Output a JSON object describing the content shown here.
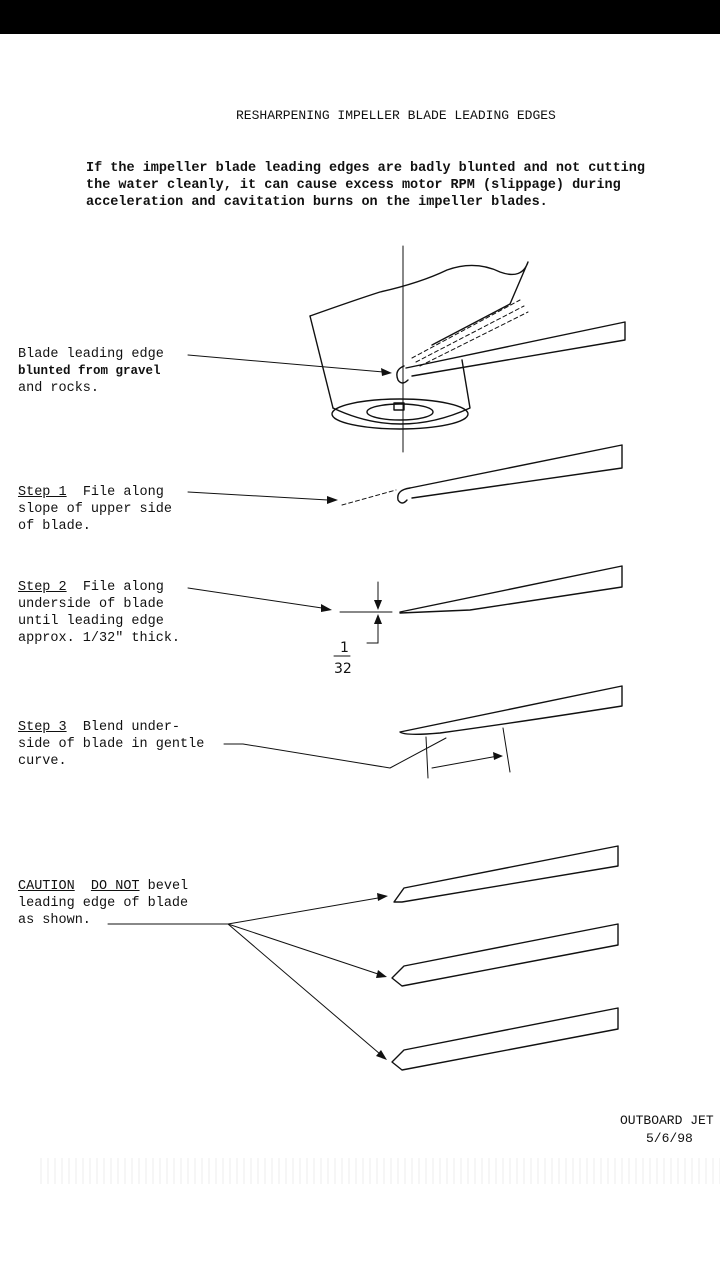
{
  "title": "RESHARPENING IMPELLER BLADE LEADING EDGES",
  "intro": "If the impeller blade leading edges are badly blunted and not cutting\nthe water cleanly, it can cause excess motor RPM (slippage) during\nacceleration and cavitation burns on the impeller blades.",
  "labels": {
    "blunted_line1": "Blade leading edge",
    "blunted_line2": "blunted from gravel",
    "blunted_line3": "and rocks.",
    "step1_tag": "Step 1",
    "step1_line1": "File along",
    "step1_line2": "slope of upper side",
    "step1_line3": "of blade.",
    "step2_tag": "Step 2",
    "step2_line1": "File along",
    "step2_line2": "underside of blade",
    "step2_line3": "until leading edge",
    "step2_line4": "approx. 1/32\" thick.",
    "step3_tag": "Step 3",
    "step3_line1": "Blend under-",
    "step3_line2": "side of blade in gentle",
    "step3_line3": "curve.",
    "caution_tag": "CAUTION",
    "caution_donot": "DO NOT",
    "caution_line1": "bevel",
    "caution_line2": "leading edge of blade",
    "caution_line3": "as shown."
  },
  "dimension": {
    "numerator": "1",
    "denominator": "32"
  },
  "footer": {
    "line1": "OUTBOARD JET",
    "date": "5/6/98"
  }
}
